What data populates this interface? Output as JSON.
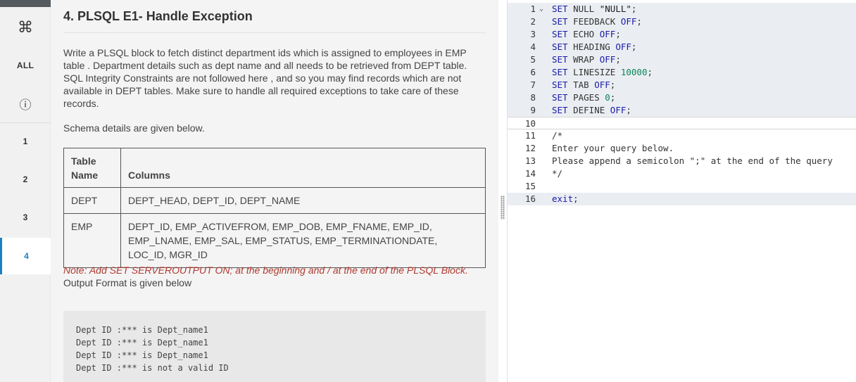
{
  "sidebar": {
    "items": [
      {
        "label": "⌘",
        "kind": "command"
      },
      {
        "label": "ALL",
        "kind": "all"
      },
      {
        "label": "ⓘ",
        "kind": "info"
      },
      {
        "label": "1"
      },
      {
        "label": "2"
      },
      {
        "label": "3"
      },
      {
        "label": "4",
        "active": true
      }
    ],
    "accent_color": "#1b7fc4"
  },
  "question": {
    "title": "4. PLSQL E1- Handle Exception",
    "description": "Write a PLSQL block to fetch distinct department ids  which is assigned to employees in  EMP table . Department details such as dept name and all needs to be retrieved  from DEPT table. SQL Integrity Constraints are not followed here , and so you may find records which are not available in DEPT tables. Make sure to handle all required exceptions to take care of these records.",
    "schema_intro": "Schema details are given below.",
    "table": {
      "headers": [
        "Table Name",
        "Columns"
      ],
      "rows": [
        {
          "name": "DEPT",
          "columns": "DEPT_HEAD, DEPT_ID, DEPT_NAME"
        },
        {
          "name": "EMP",
          "columns": "DEPT_ID, EMP_ACTIVEFROM, EMP_DOB, EMP_FNAME, EMP_ID, EMP_LNAME, EMP_SAL, EMP_STATUS, EMP_TERMINATIONDATE, LOC_ID, MGR_ID"
        }
      ]
    },
    "note": "Note: Add SET SERVEROUTPUT ON; at the beginning and / at the end of the PLSQL Block.",
    "output_format_label": "Output Format is given below",
    "output_sample": "Dept ID :*** is Dept_name1\nDept ID :*** is Dept_name1\nDept ID :*** is Dept_name1\nDept ID :*** is not a valid ID"
  },
  "editor": {
    "lines": [
      {
        "n": "1",
        "fold": true,
        "hl": true,
        "tokens": [
          [
            "kw",
            "SET "
          ],
          [
            "",
            "NULL "
          ],
          [
            "str",
            "\"NULL\""
          ],
          [
            "",
            ";"
          ]
        ]
      },
      {
        "n": "2",
        "hl": true,
        "tokens": [
          [
            "kw",
            "SET "
          ],
          [
            "",
            "FEEDBACK "
          ],
          [
            "kw",
            "OFF"
          ],
          [
            "",
            ";"
          ]
        ]
      },
      {
        "n": "3",
        "hl": true,
        "tokens": [
          [
            "kw",
            "SET "
          ],
          [
            "",
            "ECHO "
          ],
          [
            "kw",
            "OFF"
          ],
          [
            "",
            ";"
          ]
        ]
      },
      {
        "n": "4",
        "hl": true,
        "tokens": [
          [
            "kw",
            "SET "
          ],
          [
            "",
            "HEADING "
          ],
          [
            "kw",
            "OFF"
          ],
          [
            "",
            ";"
          ]
        ]
      },
      {
        "n": "5",
        "hl": true,
        "tokens": [
          [
            "kw",
            "SET "
          ],
          [
            "",
            "WRAP "
          ],
          [
            "kw",
            "OFF"
          ],
          [
            "",
            ";"
          ]
        ]
      },
      {
        "n": "6",
        "hl": true,
        "tokens": [
          [
            "kw",
            "SET "
          ],
          [
            "",
            "LINESIZE "
          ],
          [
            "num",
            "10000"
          ],
          [
            "",
            ";"
          ]
        ]
      },
      {
        "n": "7",
        "hl": true,
        "tokens": [
          [
            "kw",
            "SET "
          ],
          [
            "",
            "TAB "
          ],
          [
            "kw",
            "OFF"
          ],
          [
            "",
            ";"
          ]
        ]
      },
      {
        "n": "8",
        "hl": true,
        "tokens": [
          [
            "kw",
            "SET "
          ],
          [
            "",
            "PAGES "
          ],
          [
            "num",
            "0"
          ],
          [
            "",
            ";"
          ]
        ]
      },
      {
        "n": "9",
        "hl": true,
        "tokens": [
          [
            "kw",
            "SET "
          ],
          [
            "",
            "DEFINE "
          ],
          [
            "kw",
            "OFF"
          ],
          [
            "",
            ";"
          ]
        ]
      },
      {
        "n": "10",
        "cursor": true,
        "tokens": [
          [
            "",
            ""
          ]
        ]
      },
      {
        "n": "11",
        "tokens": [
          [
            "cm",
            "/*"
          ]
        ]
      },
      {
        "n": "12",
        "tokens": [
          [
            "cm",
            "Enter your query below."
          ]
        ]
      },
      {
        "n": "13",
        "tokens": [
          [
            "cm",
            "Please append a semicolon \";\" at the end of the query"
          ]
        ]
      },
      {
        "n": "14",
        "tokens": [
          [
            "cm",
            "*/"
          ]
        ]
      },
      {
        "n": "15",
        "tokens": [
          [
            "",
            ""
          ]
        ]
      },
      {
        "n": "16",
        "hl": true,
        "tokens": [
          [
            "kw",
            "exit"
          ],
          [
            "",
            ";"
          ]
        ]
      }
    ]
  }
}
